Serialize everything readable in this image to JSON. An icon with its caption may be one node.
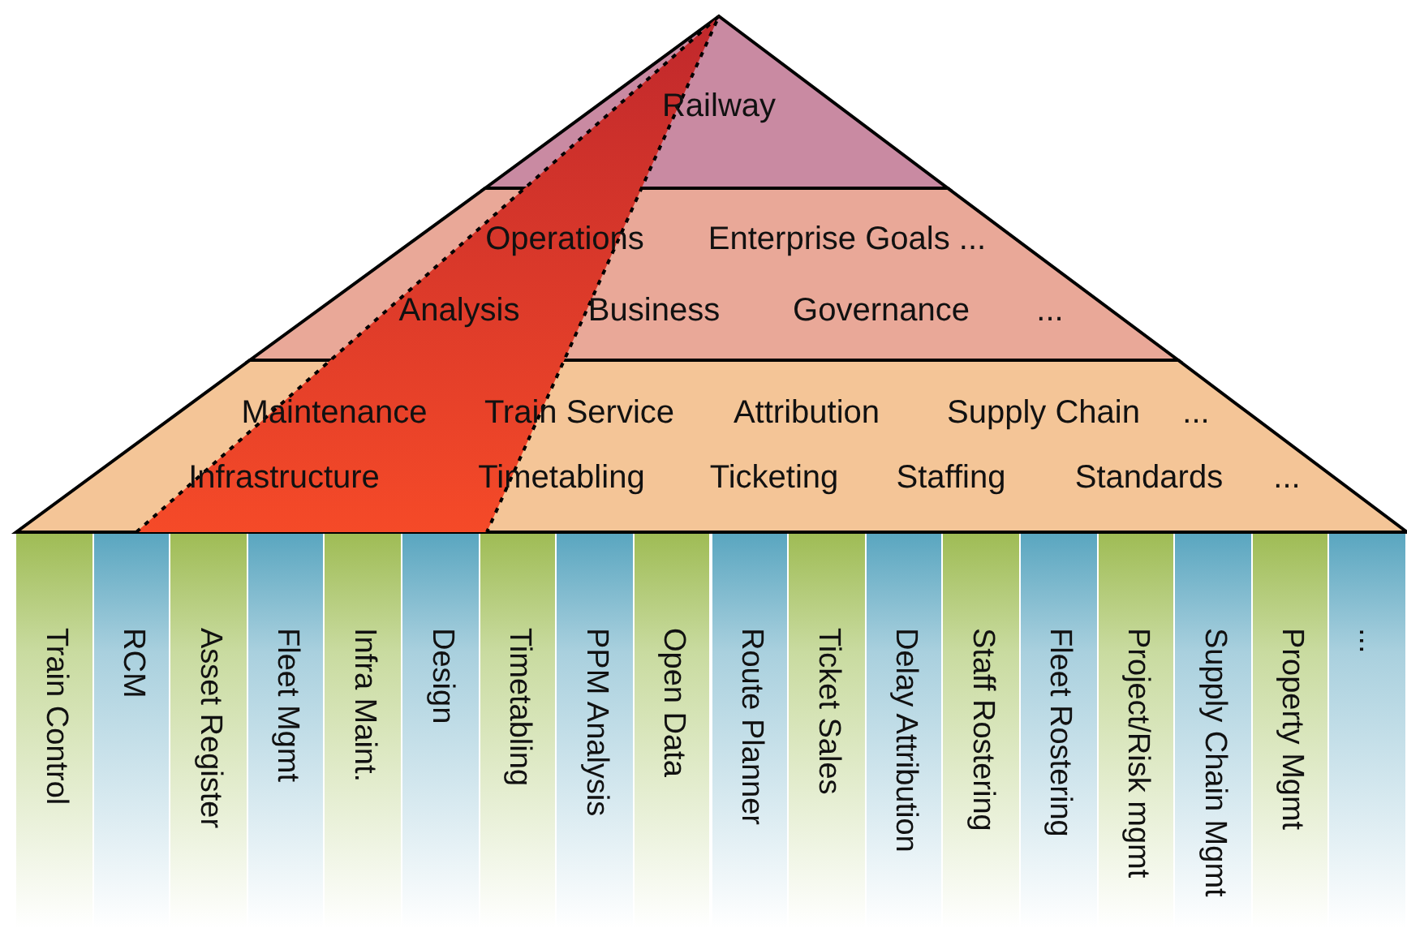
{
  "diagram": {
    "nodes": [
      {
        "text": [
          "Railway"
        ]
      },
      {
        "text": [
          "Operations",
          "Enterprise Goals ...",
          "Analysis",
          "Business",
          "Governance",
          "..."
        ]
      },
      {
        "text": [
          "Maintenance",
          "Train Service",
          "Attribution",
          "Supply Chain",
          "...",
          "Infrastructure",
          "Timetabling",
          "Ticketing",
          "Staffing",
          "Standards",
          "..."
        ]
      },
      {
        "text": [
          "Train Control"
        ]
      },
      {
        "text": [
          "RCM"
        ]
      },
      {
        "text": [
          "Asset Register"
        ]
      },
      {
        "text": [
          "Fleet Mgmt"
        ]
      },
      {
        "text": [
          "Infra Maint."
        ]
      },
      {
        "text": [
          "Design"
        ]
      },
      {
        "text": [
          "Timetabling"
        ]
      },
      {
        "text": [
          "PPM Analysis"
        ]
      },
      {
        "text": [
          "Open Data"
        ]
      },
      {
        "text": [
          "Route Planner"
        ]
      },
      {
        "text": [
          "Ticket Sales"
        ]
      },
      {
        "text": [
          "Delay Attribution"
        ]
      },
      {
        "text": [
          "Staff Rostering"
        ]
      },
      {
        "text": [
          "Fleet Rostering"
        ]
      },
      {
        "text": [
          "Project/Risk mgmt"
        ]
      },
      {
        "text": [
          "Supply Chain Mgmt"
        ]
      },
      {
        "text": [
          "Property Mgmt"
        ]
      },
      {
        "text": [
          "..."
        ]
      }
    ]
  }
}
